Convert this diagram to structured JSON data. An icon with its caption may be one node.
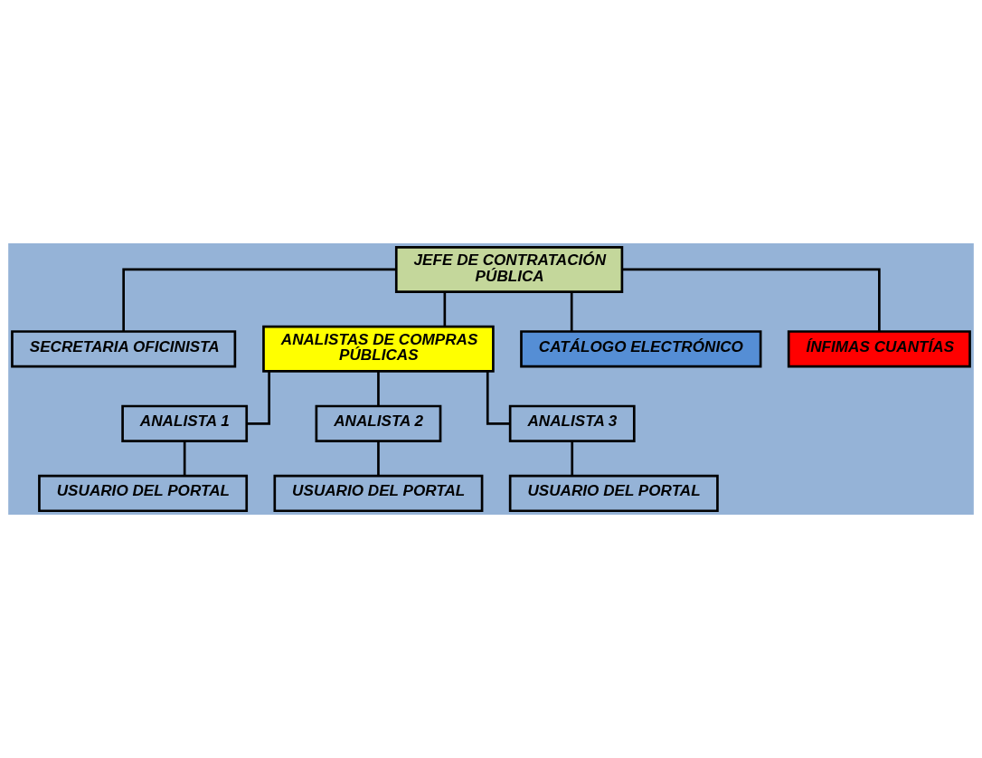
{
  "diagram": {
    "nodes": [
      {
        "text": [
          "JEFE DE CONTRATACIÓN PÚBLICA"
        ]
      },
      {
        "text": [
          "SECRETARIA OFICINISTA"
        ]
      },
      {
        "text": [
          "ANALISTAS DE COMPRAS PÚBLICAS"
        ]
      },
      {
        "text": [
          "CATÁLOGO ELECTRÓNICO"
        ]
      },
      {
        "text": [
          "ÍNFIMAS CUANTÍAS"
        ]
      },
      {
        "text": [
          "ANALISTA 1"
        ]
      },
      {
        "text": [
          "ANALISTA 2"
        ]
      },
      {
        "text": [
          "ANALISTA 3"
        ]
      },
      {
        "text": [
          "USUARIO DEL PORTAL"
        ]
      },
      {
        "text": [
          "USUARIO DEL PORTAL"
        ]
      },
      {
        "text": [
          "USUARIO DEL PORTAL"
        ]
      }
    ],
    "edges": [
      {
        "from": 0,
        "to": 1,
        "arrow": "none"
      },
      {
        "from": 0,
        "to": 2,
        "arrow": "none"
      },
      {
        "from": 0,
        "to": 3,
        "arrow": "none"
      },
      {
        "from": 0,
        "to": 4,
        "arrow": "none"
      },
      {
        "from": 2,
        "to": 5,
        "arrow": "none"
      },
      {
        "from": 2,
        "to": 6,
        "arrow": "none"
      },
      {
        "from": 2,
        "to": 7,
        "arrow": "none"
      },
      {
        "from": 5,
        "to": 8,
        "arrow": "none"
      },
      {
        "from": 6,
        "to": 9,
        "arrow": "none"
      },
      {
        "from": 7,
        "to": 10,
        "arrow": "none"
      }
    ]
  }
}
